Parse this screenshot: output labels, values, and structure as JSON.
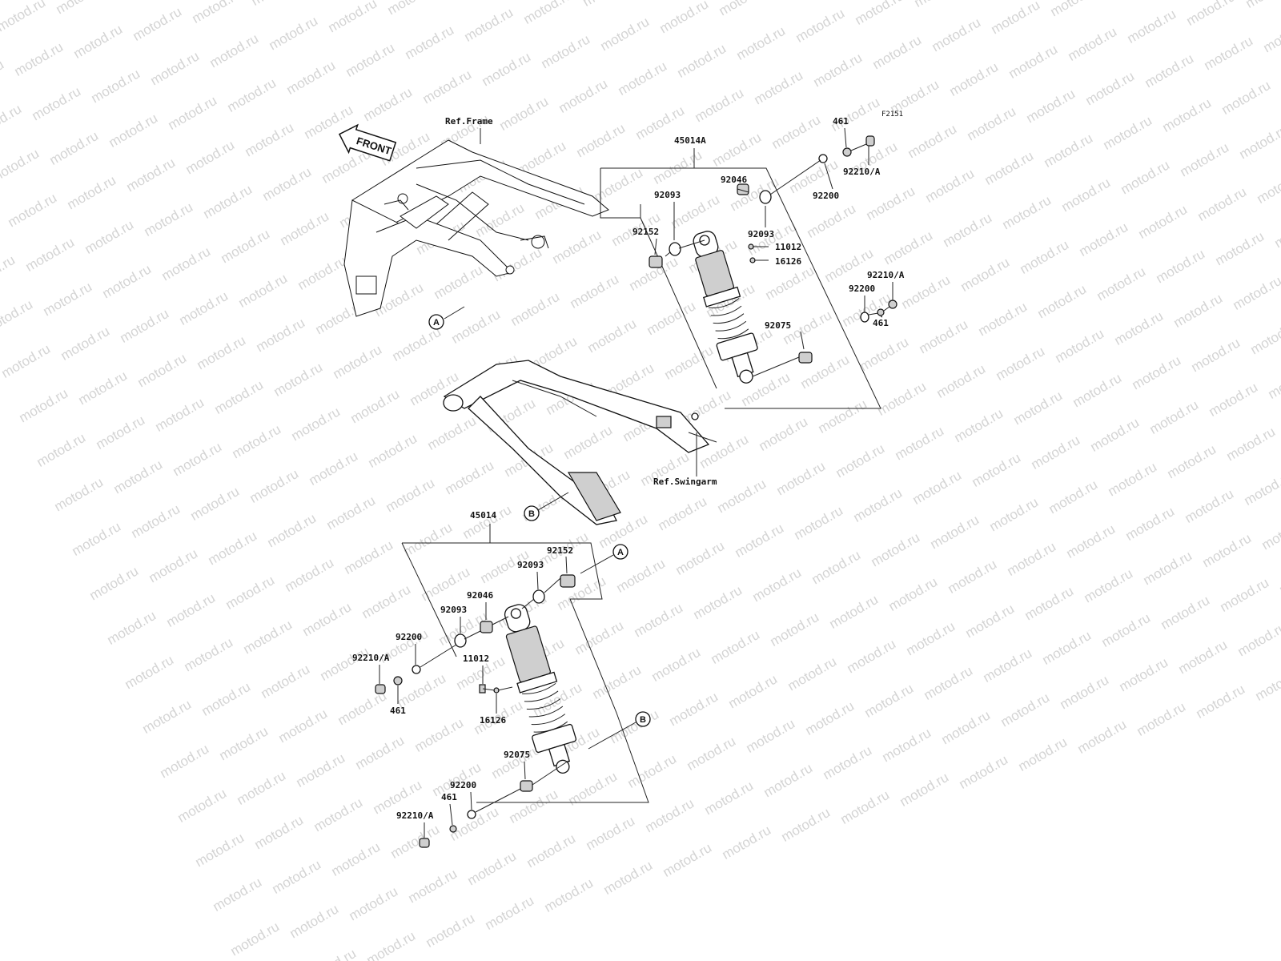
{
  "figure_id": "F2151",
  "watermark_text": "motod.ru",
  "front_label": "FRONT",
  "references": {
    "frame": "Ref.Frame",
    "swingarm": "Ref.Swingarm"
  },
  "refs_markers": {
    "a": "A",
    "b": "B"
  },
  "assemblies": {
    "upper": "45014A",
    "lower": "45014"
  },
  "parts": {
    "p461": "461",
    "p92210A": "92210/A",
    "p92200": "92200",
    "p92093": "92093",
    "p92046": "92046",
    "p92152": "92152",
    "p11012": "11012",
    "p16126": "16126",
    "p92075": "92075"
  }
}
